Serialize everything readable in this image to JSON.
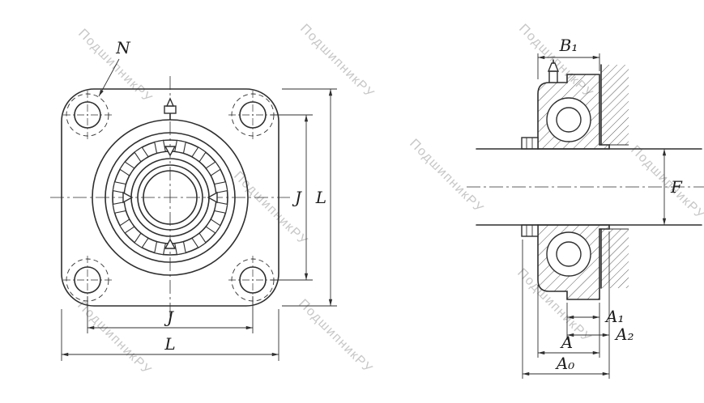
{
  "watermark": {
    "text": "ПодшипникРУ"
  },
  "front_view": {
    "labels": {
      "bolt_hole_diameter": "N",
      "bolt_spacing_vertical": "J",
      "flange_height": "L",
      "bolt_spacing_horizontal": "J",
      "flange_width": "L"
    }
  },
  "side_view": {
    "labels": {
      "unit_width": "B₁",
      "shaft_diameter": "F",
      "dim_a1": "A₁",
      "dim_a2": "A₂",
      "dim_a": "A",
      "dim_a0": "A₀"
    }
  },
  "colors": {
    "line": "#2f2f2f",
    "watermark": "#c7c7c7",
    "background": "#ffffff"
  }
}
